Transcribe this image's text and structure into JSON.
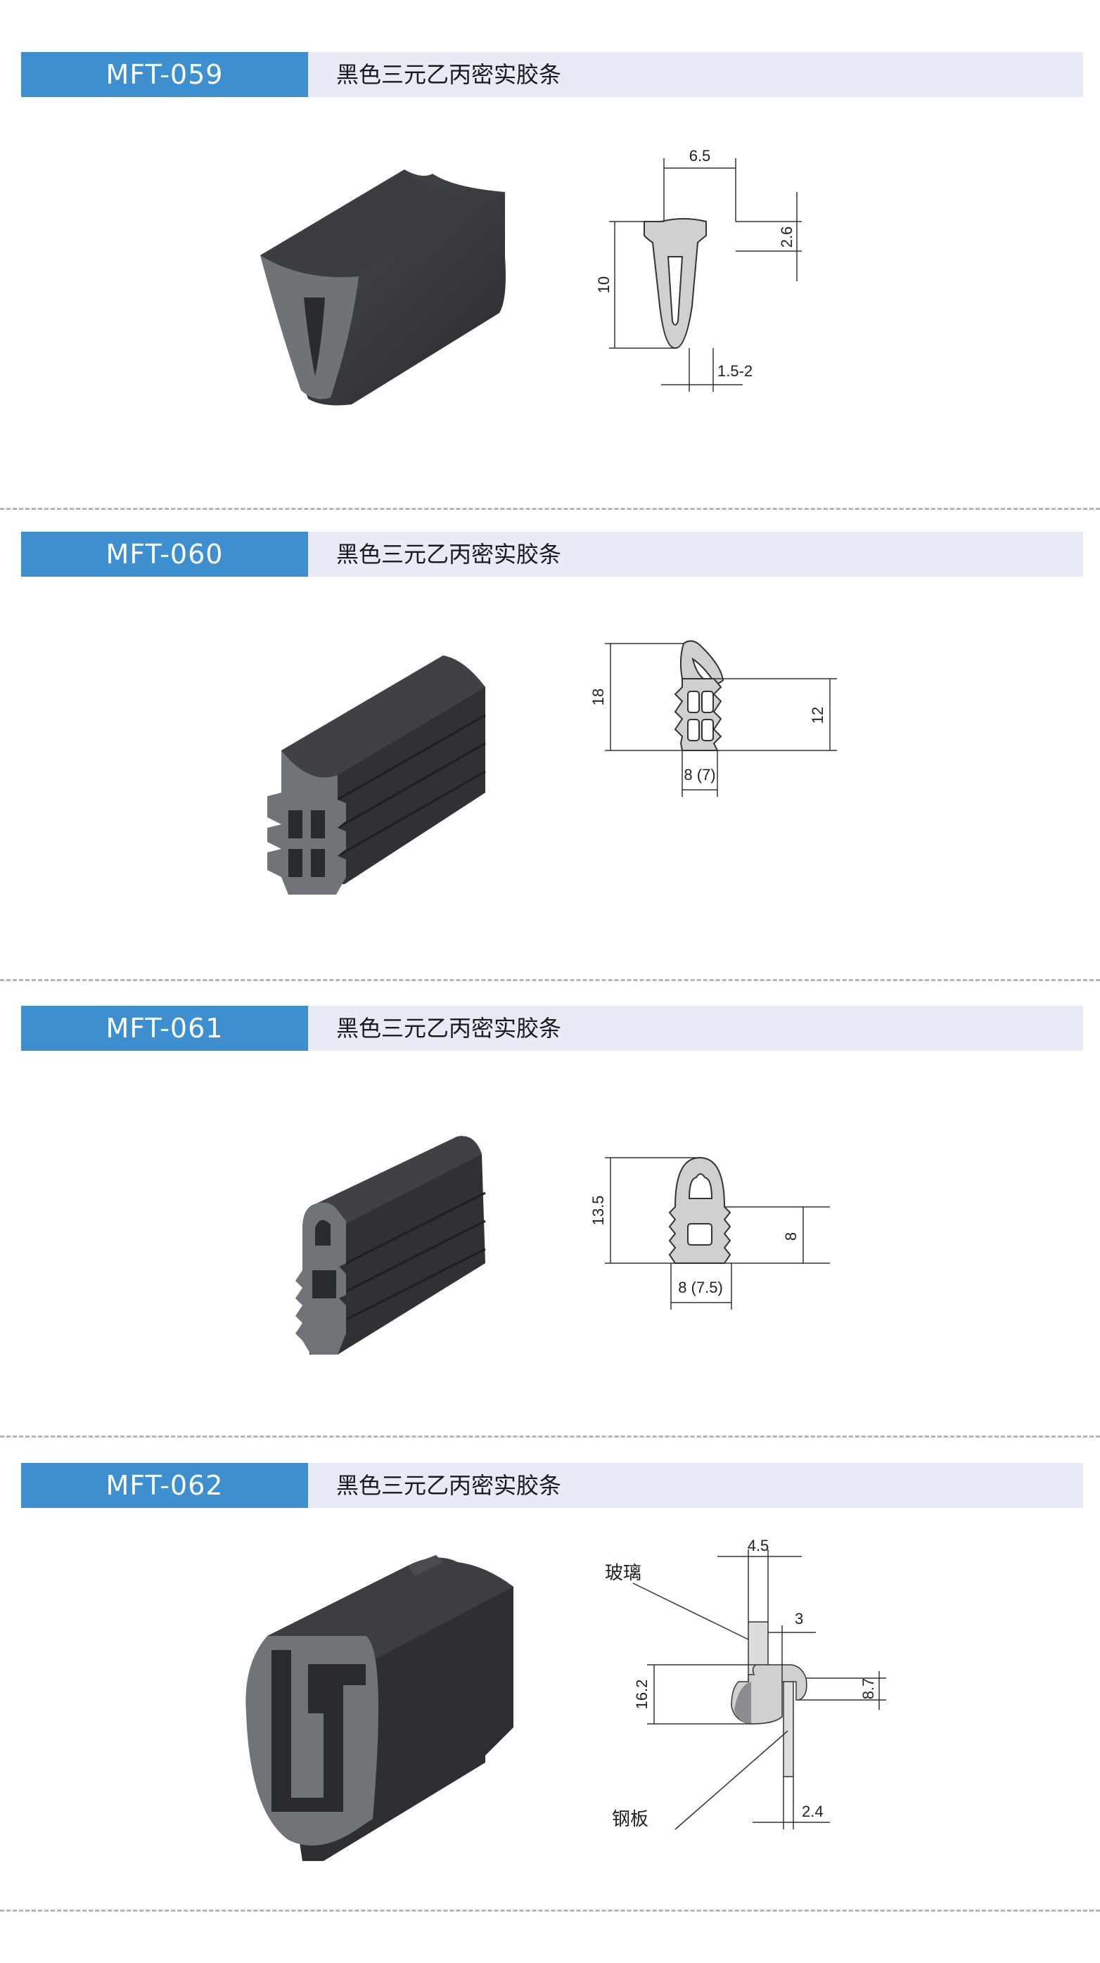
{
  "products": [
    {
      "code": "MFT-059",
      "description": "黑色三元乙丙密实胶条",
      "dims": {
        "width": "6.5",
        "lip": "2.6",
        "height": "10",
        "gap": "1.5-2"
      }
    },
    {
      "code": "MFT-060",
      "description": "黑色三元乙丙密实胶条",
      "dims": {
        "total_height": "18",
        "body_height": "12",
        "width": "8 (7)"
      }
    },
    {
      "code": "MFT-061",
      "description": "黑色三元乙丙密实胶条",
      "dims": {
        "total_height": "13.5",
        "body_height": "8",
        "width": "8 (7.5)"
      }
    },
    {
      "code": "MFT-062",
      "description": "黑色三元乙丙密实胶条",
      "dims": {
        "glass_width": "4.5",
        "slot": "3",
        "height": "16.2",
        "lip": "8.7",
        "plate": "2.4"
      },
      "labels": {
        "glass": "玻璃",
        "steel_plate": "钢板"
      }
    }
  ]
}
